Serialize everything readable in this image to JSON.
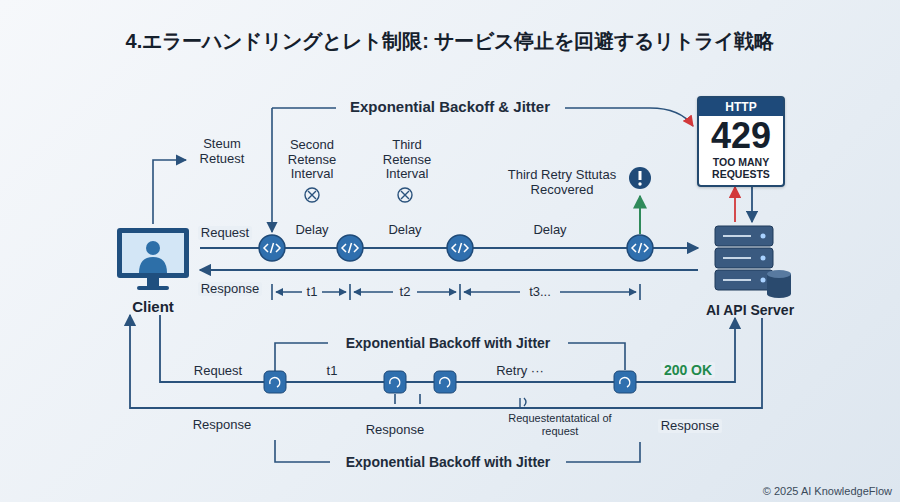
{
  "diagram": {
    "title": "4.エラーハンドリングとレト制限: サービス停止を回避するリトライ戦略",
    "caption": "© 2025 AI KnowledgeFlow",
    "nodes": [
      {
        "text": [
          "Client"
        ]
      },
      {
        "text": [
          "AI API Server"
        ]
      },
      {
        "text": [
          "HTTP",
          "429",
          "TOO MANY REQUESTS"
        ]
      }
    ],
    "edges": [
      {
        "from": 0,
        "to": 1,
        "label": "Request",
        "arrow": "to"
      },
      {
        "from": 1,
        "to": 0,
        "label": "Response",
        "arrow": "to"
      },
      {
        "from": 1,
        "to": 2,
        "arrow": "to"
      },
      {
        "from": 2,
        "to": 1,
        "arrow": "to"
      },
      {
        "from": 0,
        "to": 1,
        "label": "200 OK",
        "arrow": "to"
      },
      {
        "from": 1,
        "to": 0,
        "label": "Response",
        "arrow": "to"
      }
    ],
    "labels": [
      "Exponential Backoff & Jitter",
      "Steum Retuest",
      "Second Retense Interval",
      "Third Retense Interval",
      "Third Retry Sttutas Recovered",
      "Delay",
      "Delay",
      "Delay",
      "t1",
      "t2",
      "t3...",
      "Exponential Backoff with Jitter",
      "Request",
      "t1",
      "Retry ···",
      "Response",
      "Response",
      "Requestentatatical of request",
      "Exponential Backoff with Jitter"
    ]
  }
}
